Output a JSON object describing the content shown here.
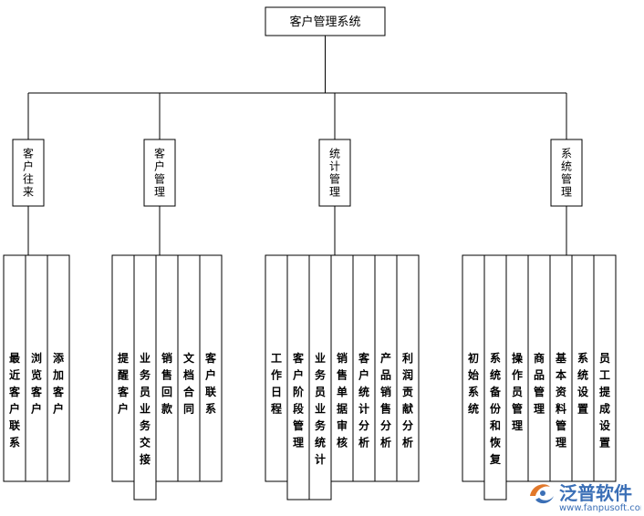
{
  "diagram": {
    "root": "客户管理系统",
    "modules": [
      {
        "label": "客户往来",
        "children": [
          "最近客户联系",
          "浏览客户",
          "添加客户"
        ]
      },
      {
        "label": "客户管理",
        "children": [
          "提醒客户",
          "业务员业务交接",
          "销售回款",
          "文档合同",
          "客户联系"
        ]
      },
      {
        "label": "统计管理",
        "children": [
          "工作日程",
          "客户阶段管理",
          "业务员业务统计",
          "销售单据审核",
          "客户统计分析",
          "产品销售分析",
          "利润贡献分析"
        ]
      },
      {
        "label": "系统管理",
        "children": [
          "初始系统",
          "系统备份和恢复",
          "操作员管理",
          "商品管理",
          "基本资料管理",
          "系统设置",
          "员工提成设置"
        ]
      }
    ]
  },
  "watermark": {
    "brand": "泛普软件",
    "url": "www.fanpusoft.com",
    "color": "#3b6fb6",
    "icon": "fanpu-logo-icon"
  }
}
